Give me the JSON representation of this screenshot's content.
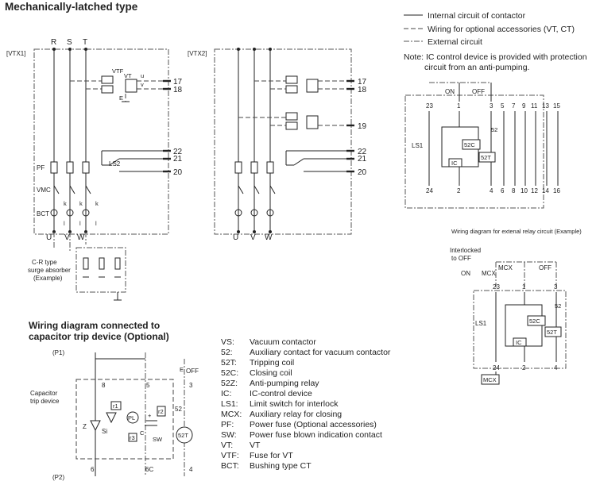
{
  "main_title": "Mechanically-latched type",
  "legend": {
    "internal": "Internal circuit of contactor",
    "optional": "Wiring for optional accessories (VT, CT)",
    "external": "External circuit"
  },
  "note": {
    "line1": "Note: IC control device is provided with protection",
    "line2": "circuit from an anti-pumping."
  },
  "vtx1": {
    "tag": "[VTX1]",
    "phases": [
      "R",
      "S",
      "T"
    ],
    "outputs": [
      "U",
      "V",
      "W"
    ],
    "vtf": "VTF",
    "vt": "VT",
    "u": "u",
    "v": "v",
    "e": "E",
    "t17": "17",
    "t18": "18",
    "t22": "22",
    "t21": "21",
    "t20": "20",
    "ls2": "LS2",
    "pf": "PF",
    "vmc": "VMC",
    "bct": "BCT",
    "k": "k",
    "l": "l",
    "surge1": "C-R type",
    "surge2": "surge absorber",
    "surge3": "(Example)"
  },
  "vtx2": {
    "tag": "[VTX2]",
    "outputs": [
      "U",
      "V",
      "W"
    ],
    "t17": "17",
    "t18": "18",
    "t19": "19",
    "t22": "22",
    "t21": "21",
    "t20": "20"
  },
  "ctrl": {
    "on": "ON",
    "off": "OFF",
    "top_terms": [
      "23",
      "1",
      "3",
      "5",
      "7",
      "9",
      "11",
      "13",
      "15"
    ],
    "bot_terms": [
      "24",
      "2",
      "4",
      "6",
      "8",
      "10",
      "12",
      "14",
      "16"
    ],
    "ls1": "LS1",
    "c52": "52",
    "c52c": "52C",
    "c52t": "52T",
    "ic": "IC"
  },
  "relay": {
    "title": "Wiring diagram for extenal relay circuit (Example)",
    "interlock1": "Interlocked",
    "interlock2": "to OFF",
    "mcx": "MCX",
    "on": "ON",
    "off": "OFF",
    "top_terms": [
      "23",
      "1",
      "3"
    ],
    "bot_terms": [
      "24",
      "2",
      "4"
    ],
    "ls1": "LS1",
    "c52": "52",
    "c52c": "52C",
    "c52t": "52T",
    "ic": "IC",
    "mcx_box": "MCX"
  },
  "captrip": {
    "title1": "Wiring diagram connected to",
    "title2": "capacitor trip device (Optional)",
    "p1": "(P1)",
    "p2": "(P2)",
    "device1": "Capacitor",
    "device2": "trip device",
    "t8": "8",
    "t5": "5",
    "t3": "3",
    "t6": "6",
    "t6c": "6C",
    "t4": "4",
    "off": "OFF",
    "e": "E",
    "si": "Si",
    "z": "Z",
    "r1": "r1",
    "r2": "r2",
    "r3": "r3",
    "pl": "PL",
    "c": "C",
    "plus": "+",
    "sw": "SW",
    "c52": "52",
    "c52t": "52T"
  },
  "abbreviations": [
    {
      "key": "VS:",
      "value": "Vacuum contactor"
    },
    {
      "key": "52:",
      "value": "Auxiliary contact for vacuum contactor"
    },
    {
      "key": "52T:",
      "value": "Tripping coil"
    },
    {
      "key": "52C:",
      "value": "Closing coil"
    },
    {
      "key": "52Z:",
      "value": "Anti-pumping relay"
    },
    {
      "key": "IC:",
      "value": "IC-control device"
    },
    {
      "key": "LS1:",
      "value": "Limit switch for interlock"
    },
    {
      "key": "MCX:",
      "value": "Auxiliary relay for closing"
    },
    {
      "key": "PF:",
      "value": "Power fuse (Optional accessories)"
    },
    {
      "key": "SW:",
      "value": "Power fuse blown indication contact"
    },
    {
      "key": "VT:",
      "value": "VT"
    },
    {
      "key": "VTF:",
      "value": "Fuse for VT"
    },
    {
      "key": "BCT:",
      "value": "Bushing type CT"
    }
  ]
}
